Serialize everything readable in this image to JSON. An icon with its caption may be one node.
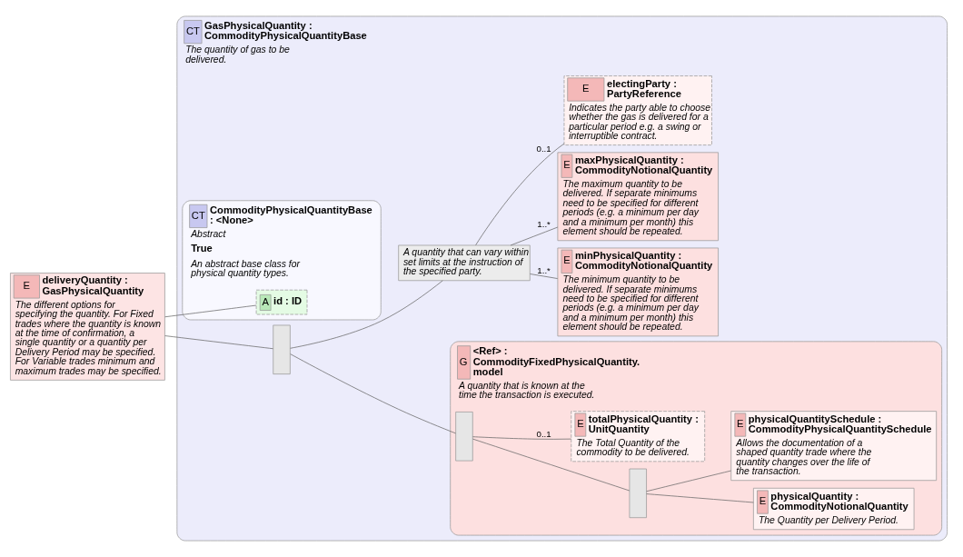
{
  "diagram": {
    "nodes": [
      {
        "text": [
          "E",
          "deliveryQuantity : GasPhysicalQuantity",
          "The different options for specifying the quantity. For Fixed trades where the quantity is known at the time of confirmation, a single quantity or a quantity per Delivery Period may be specified. For Variable trades minimum and maximum trades may be specified."
        ]
      },
      {
        "text": [
          "CT",
          "GasPhysicalQuantity : CommodityPhysicalQuantityBase",
          "The quantity of gas to be delivered."
        ]
      },
      {
        "text": [
          "CT",
          "CommodityPhysicalQuantityBase : <None>",
          "Abstract",
          "True",
          "An abstract base class for physical quantity types."
        ],
        "in": 1
      },
      {
        "text": [
          "A",
          "id : ID"
        ],
        "in": 2
      },
      {
        "text": [],
        "shape": "box",
        "in": 1
      },
      {
        "text": [
          "G",
          "<Ref> : CommodityFixedPhysicalQuantity. model",
          "A quantity that is known at the time the transaction is executed."
        ],
        "in": 1
      },
      {
        "text": [],
        "shape": "box",
        "in": 5
      },
      {
        "text": [],
        "shape": "box",
        "in": 5
      },
      {
        "text": [
          "E",
          "physicalQuantity : CommodityNotionalQuantity",
          "The Quantity per Delivery Period."
        ],
        "in": 5
      },
      {
        "text": [
          "E",
          "physicalQuantitySchedule : CommodityPhysicalQuantitySchedule",
          "Allows the documentation of a shaped quantity trade where the quantity changes over the life of the transaction."
        ],
        "in": 5
      },
      {
        "text": [
          "E",
          "totalPhysicalQuantity : UnitQuantity",
          "The Total Quantity of the commodity to be delivered."
        ],
        "in": 5
      },
      {
        "text": [
          "A quantity that can vary within set limits at the instruction of the specified party."
        ],
        "in": 1
      },
      {
        "text": [
          "E",
          "minPhysicalQuantity : CommodityNotionalQuantity",
          "The minimum quantity to be delivered. If separate minimums need to be specified for different periods (e.g. a minimum per day and a minimum per month) this element should be repeated."
        ],
        "in": 1
      },
      {
        "text": [
          "E",
          "maxPhysicalQuantity : CommodityNotionalQuantity",
          "The maximum quantity to be delivered. If separate minimums need to be specified for different periods (e.g. a minimum per day and a minimum per month) this element should be repeated."
        ],
        "in": 1
      },
      {
        "text": [
          "E",
          "electingParty : PartyReference",
          "Indicates the party able to choose whether the gas is delivered for a particular period e.g. a swing or interruptible contract."
        ],
        "in": 1
      }
    ],
    "edges": [
      {
        "from": 0,
        "to": 3,
        "arrow": "none"
      },
      {
        "from": 0,
        "to": 4,
        "arrow": "none"
      },
      {
        "from": 4,
        "to": 6,
        "arrow": "none"
      },
      {
        "from": 4,
        "to": 11,
        "arrow": "none"
      },
      {
        "from": 6,
        "to": 7,
        "arrow": "none"
      },
      {
        "from": 6,
        "to": 10,
        "arrow": "none",
        "label": "0..1"
      },
      {
        "from": 7,
        "to": 8,
        "arrow": "none"
      },
      {
        "from": 7,
        "to": 9,
        "arrow": "none"
      },
      {
        "from": 11,
        "to": 12,
        "arrow": "none",
        "label": "1..*"
      },
      {
        "from": 11,
        "to": 13,
        "arrow": "none",
        "label": "1..*"
      },
      {
        "from": 11,
        "to": 14,
        "arrow": "none",
        "label": "0..1"
      }
    ]
  }
}
